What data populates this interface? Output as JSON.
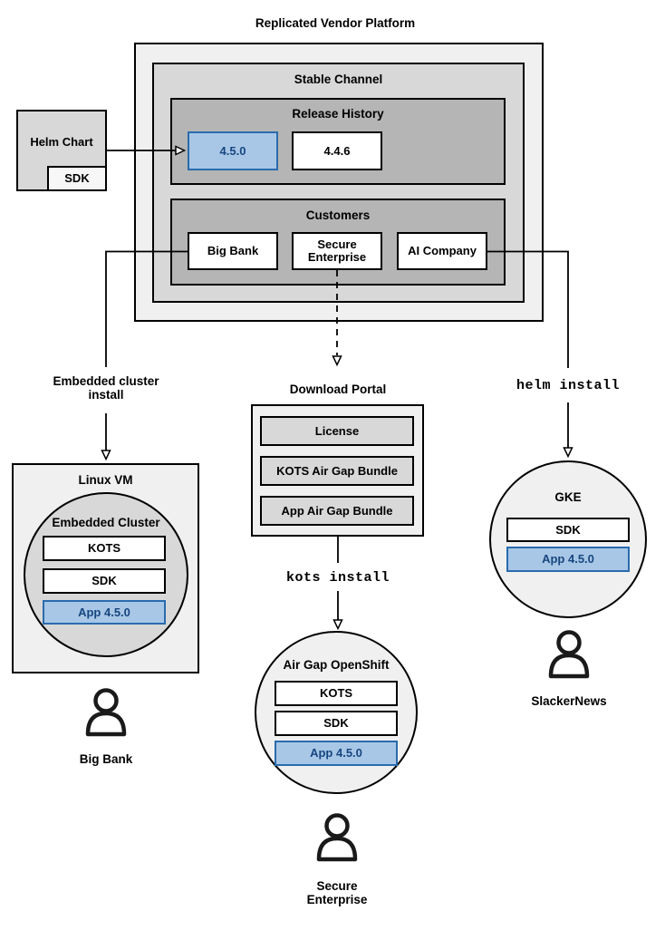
{
  "diagram_title": "Replicated Vendor Platform",
  "colors": {
    "highlight_fill": "#a8c7e7",
    "highlight_border": "#2a6bad",
    "highlight_text": "#17467e",
    "panel_lightest": "#f0f0f0",
    "panel_light": "#d8d8d8",
    "panel_mid": "#b5b5b5"
  },
  "platform": {
    "stable_channel": {
      "label": "Stable Channel",
      "release_history": {
        "label": "Release History",
        "releases": [
          "4.5.0",
          "4.4.6"
        ],
        "highlighted_release": "4.5.0"
      },
      "customers": {
        "label": "Customers",
        "items": [
          "Big Bank",
          "Secure Enterprise",
          "AI Company"
        ]
      }
    }
  },
  "helm_chart": {
    "label": "Helm Chart",
    "sdk": "SDK"
  },
  "left_flow": {
    "edge_label": "Embedded cluster install",
    "vm": {
      "label": "Linux VM",
      "cluster": {
        "label": "Embedded Cluster",
        "components": [
          "KOTS",
          "SDK"
        ],
        "app": "App 4.5.0"
      }
    },
    "user": "Big Bank"
  },
  "center_flow": {
    "portal": {
      "label": "Download Portal",
      "items": [
        "License",
        "KOTS Air Gap Bundle",
        "App Air Gap Bundle"
      ]
    },
    "edge_label": "kots install",
    "cluster": {
      "label": "Air Gap OpenShift",
      "components": [
        "KOTS",
        "SDK"
      ],
      "app": "App 4.5.0"
    },
    "user": "Secure Enterprise"
  },
  "right_flow": {
    "edge_label": "helm install",
    "cluster": {
      "label": "GKE",
      "components": [
        "SDK"
      ],
      "app": "App 4.5.0"
    },
    "user": "SlackerNews"
  }
}
